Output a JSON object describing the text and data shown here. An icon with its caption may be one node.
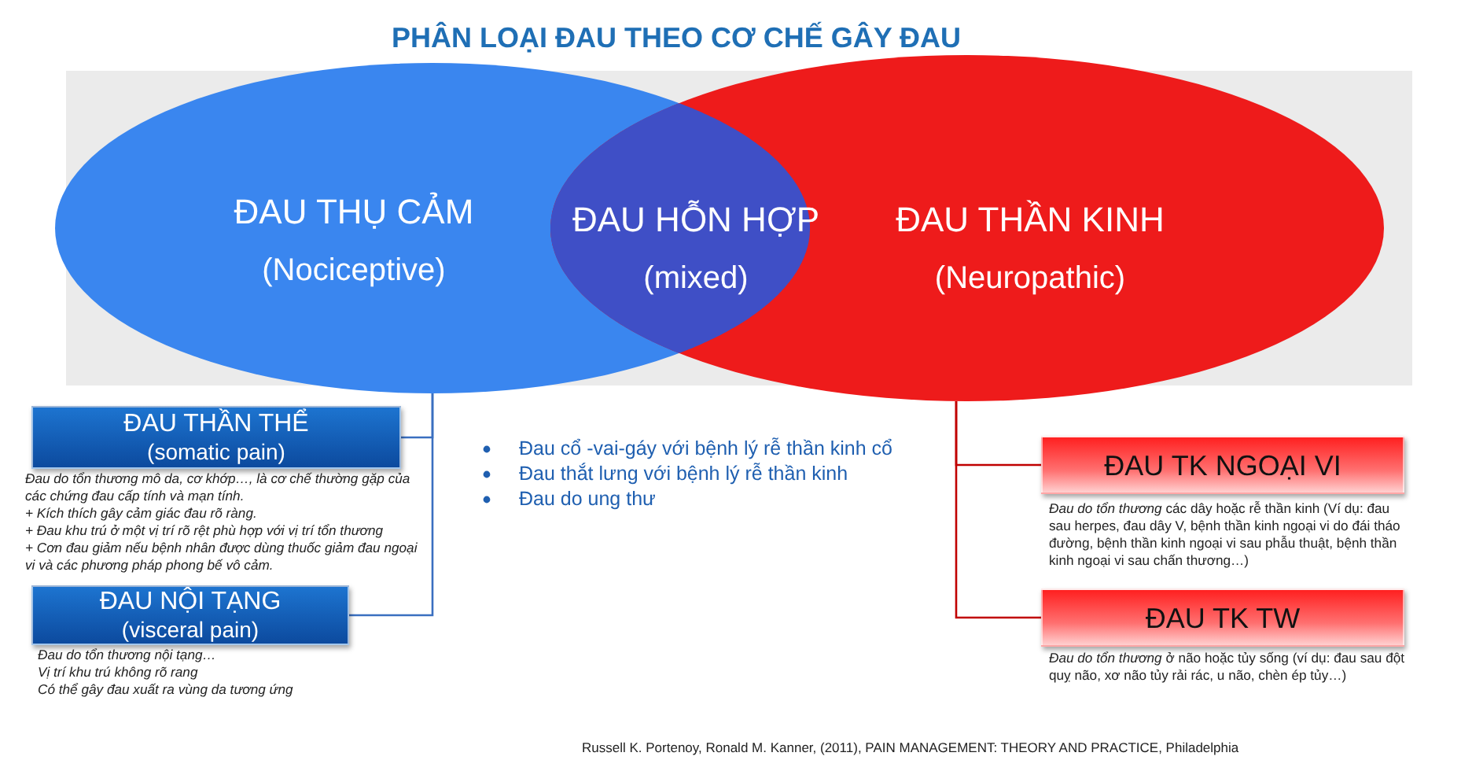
{
  "diagram": {
    "title": "PHÂN LOẠI ĐAU THEO CƠ CHẾ GÂY ĐAU",
    "nodes": [
      {
        "text": [
          "ĐAU THỤ CẢM",
          "(Nociceptive)"
        ]
      },
      {
        "text": [
          "ĐAU  THẦN KINH",
          "(Neuropathic)"
        ]
      },
      {
        "text": [
          "ĐAU HỖN HỢP",
          "(mixed)"
        ]
      },
      {
        "text": [
          "ĐAU THẦN THỂ",
          "(somatic pain)"
        ],
        "beside": [
          "Đau do tổn thương mô da, cơ khớp…, là cơ chế thường gặp của các chứng đau cấp tính và mạn tính.",
          "+ Kích thích gây cảm giác đau rõ ràng.",
          "+ Đau khu trú ở một vị trí rõ rệt phù hợp với vị trí tổn thương",
          "+ Cơn đau giảm nếu bệnh nhân được dùng thuốc giảm đau ngoại vi và các phương pháp phong bế vô cảm."
        ]
      },
      {
        "text": [
          "ĐAU NỘI TẠNG",
          "(visceral pain)"
        ],
        "beside": [
          "Đau do tổn thương nội tạng…",
          "Vị trí khu trú không rõ rang",
          "Có thể gây đau xuất ra vùng da tương ứng"
        ]
      },
      {
        "text": [
          "ĐAU TK NGOẠI VI"
        ],
        "beside": [
          "*Đau do tổn thương* các dây hoặc rễ thần kinh (Ví dụ: đau sau herpes, đau dây V, bệnh thần kinh ngoại vi do đái tháo đường, bệnh thần kinh ngoại vi sau phẫu thuật, bệnh thần kinh ngoại vi sau chấn thương…)"
        ]
      },
      {
        "text": [
          "ĐAU TK TW"
        ],
        "beside": [
          "*Đau do tổn thương* ở não hoặc tủy sống (ví dụ: đau sau đột quỵ não, xơ não tủy rải rác, u não, chèn ép tủy…)"
        ]
      }
    ],
    "edges": [
      {
        "from": 0,
        "to": 3,
        "arrow": "none"
      },
      {
        "from": 0,
        "to": 4,
        "arrow": "none"
      },
      {
        "from": 1,
        "to": 5,
        "arrow": "none",
        "color": "#c00000"
      },
      {
        "from": 1,
        "to": 6,
        "arrow": "none",
        "color": "#c00000"
      }
    ],
    "labels": [
      "Đau cổ -vai-gáy với bệnh lý rễ thần kinh cổ",
      "Đau thắt lưng với bệnh lý rễ thần kinh",
      "Đau do ung thư"
    ],
    "caption": "Russell K. Portenoy, Ronald M. Kanner, (2011), PAIN MANAGEMENT: THEORY AND PRACTICE, Philadelphia"
  }
}
